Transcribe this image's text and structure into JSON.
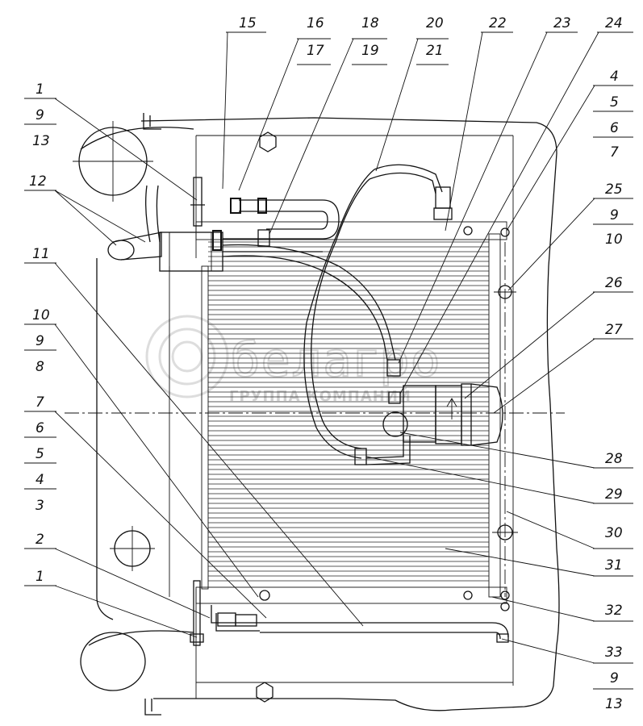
{
  "watermark": {
    "brand": "белагро",
    "tagline": "ГРУППА КОМПАНИЙ"
  },
  "callouts": {
    "c15": "15",
    "c16": "16",
    "c17": "17",
    "c18": "18",
    "c19": "19",
    "c20": "20",
    "c21": "21",
    "c22": "22",
    "c23": "23",
    "c24": "24",
    "c1_top": "1",
    "c9_top": "9",
    "c13_top": "13",
    "c12": "12",
    "c4_right": "4",
    "c5_right": "5",
    "c6_right": "6",
    "c7_right": "7",
    "c25": "25",
    "c9_right": "9",
    "c10_right": "10",
    "c11": "11",
    "c26": "26",
    "c10_left": "10",
    "c9_left": "9",
    "c8": "8",
    "c27": "27",
    "c7_left": "7",
    "c6_left": "6",
    "c5_left": "5",
    "c4_left": "4",
    "c3": "3",
    "c28": "28",
    "c29": "29",
    "c30": "30",
    "c2": "2",
    "c31": "31",
    "c1_bottom": "1",
    "c32": "32",
    "c33": "33",
    "c9_bottom": "9",
    "c13_bottom": "13"
  }
}
